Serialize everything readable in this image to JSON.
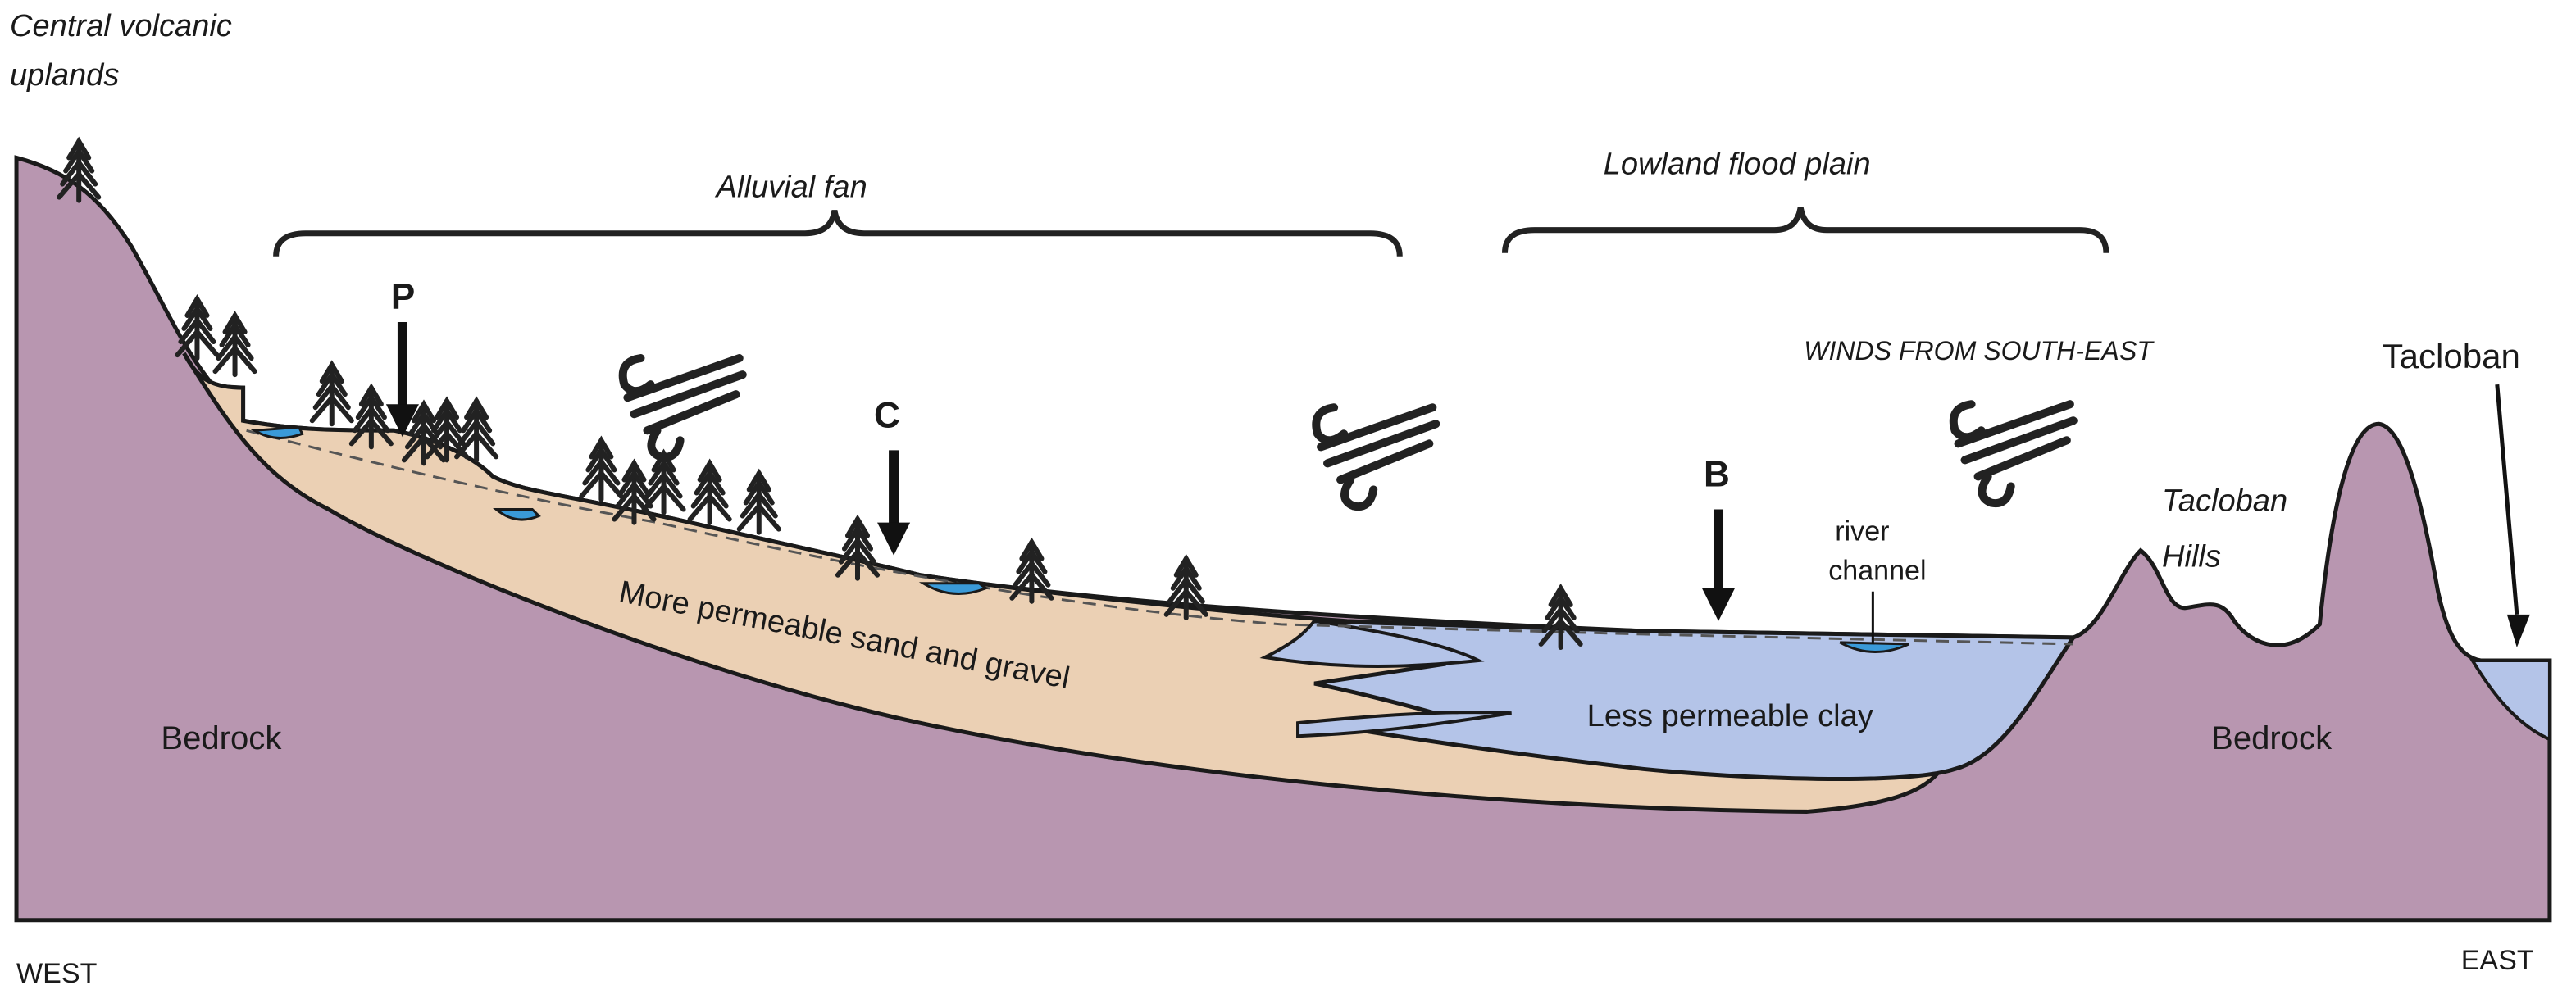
{
  "labels": {
    "central_uplands": [
      "Central volcanic",
      "uplands"
    ],
    "alluvial_fan": "Alluvial fan",
    "lowland_flood_plain": "Lowland flood plain",
    "winds": "WINDS FROM SOUTH-EAST",
    "point_p": "P",
    "point_c": "C",
    "point_b": "B",
    "river_channel": [
      "river",
      "channel"
    ],
    "tacloban_hills": [
      "Tacloban",
      "Hills"
    ],
    "tacloban": "Tacloban",
    "sand_gravel": "More permeable sand and gravel",
    "clay": "Less permeable clay",
    "bedrock_west": "Bedrock",
    "bedrock_east": "Bedrock",
    "west": "WEST",
    "east": "EAST"
  },
  "colors": {
    "bedrock": "#b896b0",
    "sand_gravel": "#ebd0b4",
    "clay": "#b4c4e8",
    "water": "#3a9ad8",
    "outline": "#1a1a1a"
  },
  "icons": {
    "tree": "conifer-tree-icon",
    "wind": "wind-gust-icon",
    "arrow": "down-arrow-icon"
  }
}
